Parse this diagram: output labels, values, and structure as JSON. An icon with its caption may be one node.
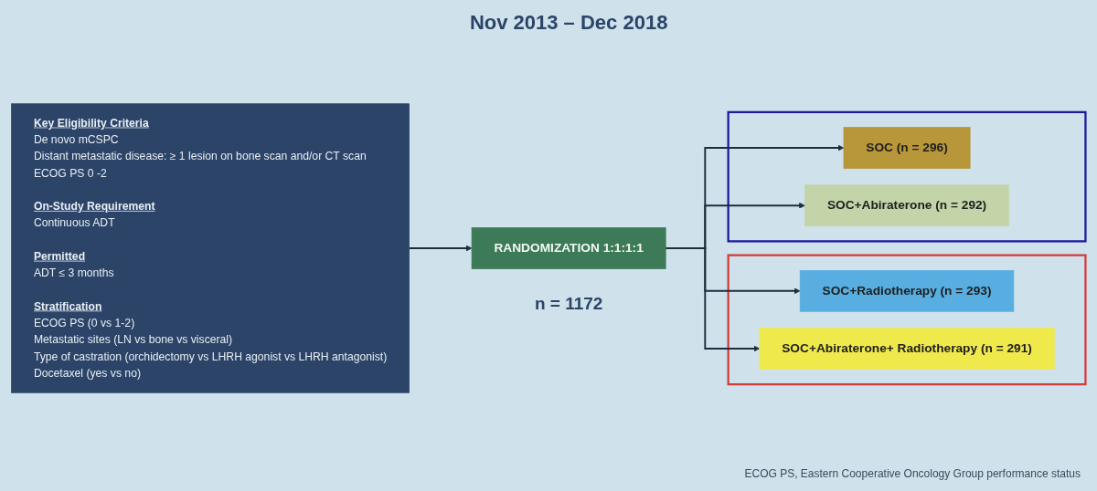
{
  "diagram": {
    "caption": "ECOG PS, Eastern Cooperative Oncology Group performance status",
    "nodes": [
      {
        "text": [
          "Key Eligibility Criteria",
          "De novo mCSPC",
          "Distant metastatic disease: ≥ 1 lesion on bone scan and/or CT scan",
          "ECOG PS 0 -2",
          "On-Study Requirement",
          "Continuous ADT",
          "Permitted",
          "ADT ≤ 3 months",
          "Stratification",
          "ECOG PS (0 vs 1-2)",
          "Metastatic sites (LN vs bone vs visceral)",
          "Type of castration (orchidectomy vs LHRH agonist vs LHRH antagonist)",
          "Docetaxel (yes vs no)"
        ]
      },
      {
        "text": [
          "RANDOMIZATION 1:1:1:1"
        ],
        "beside": [
          "n = 1172"
        ]
      },
      {
        "text": [],
        "shape": "box"
      },
      {
        "text": [
          "SOC (n = 296)"
        ],
        "in": 2
      },
      {
        "text": [
          "SOC+Abiraterone (n = 292)"
        ],
        "in": 2
      },
      {
        "text": [],
        "shape": "box"
      },
      {
        "text": [
          "SOC+Radiotherapy (n = 293)"
        ],
        "in": 5
      },
      {
        "text": [
          "SOC+Abiraterone+ Radiotherapy (n = 291)"
        ],
        "in": 5
      }
    ],
    "edges": [
      {
        "from": 0,
        "to": 1,
        "arrow": "to"
      },
      {
        "from": 1,
        "to": 3,
        "arrow": "to"
      },
      {
        "from": 1,
        "to": 4,
        "arrow": "to"
      },
      {
        "from": 1,
        "to": 6,
        "arrow": "to"
      },
      {
        "from": 1,
        "to": 7,
        "arrow": "to"
      }
    ],
    "labels": [
      "Nov 2013 – Dec 2018"
    ]
  }
}
